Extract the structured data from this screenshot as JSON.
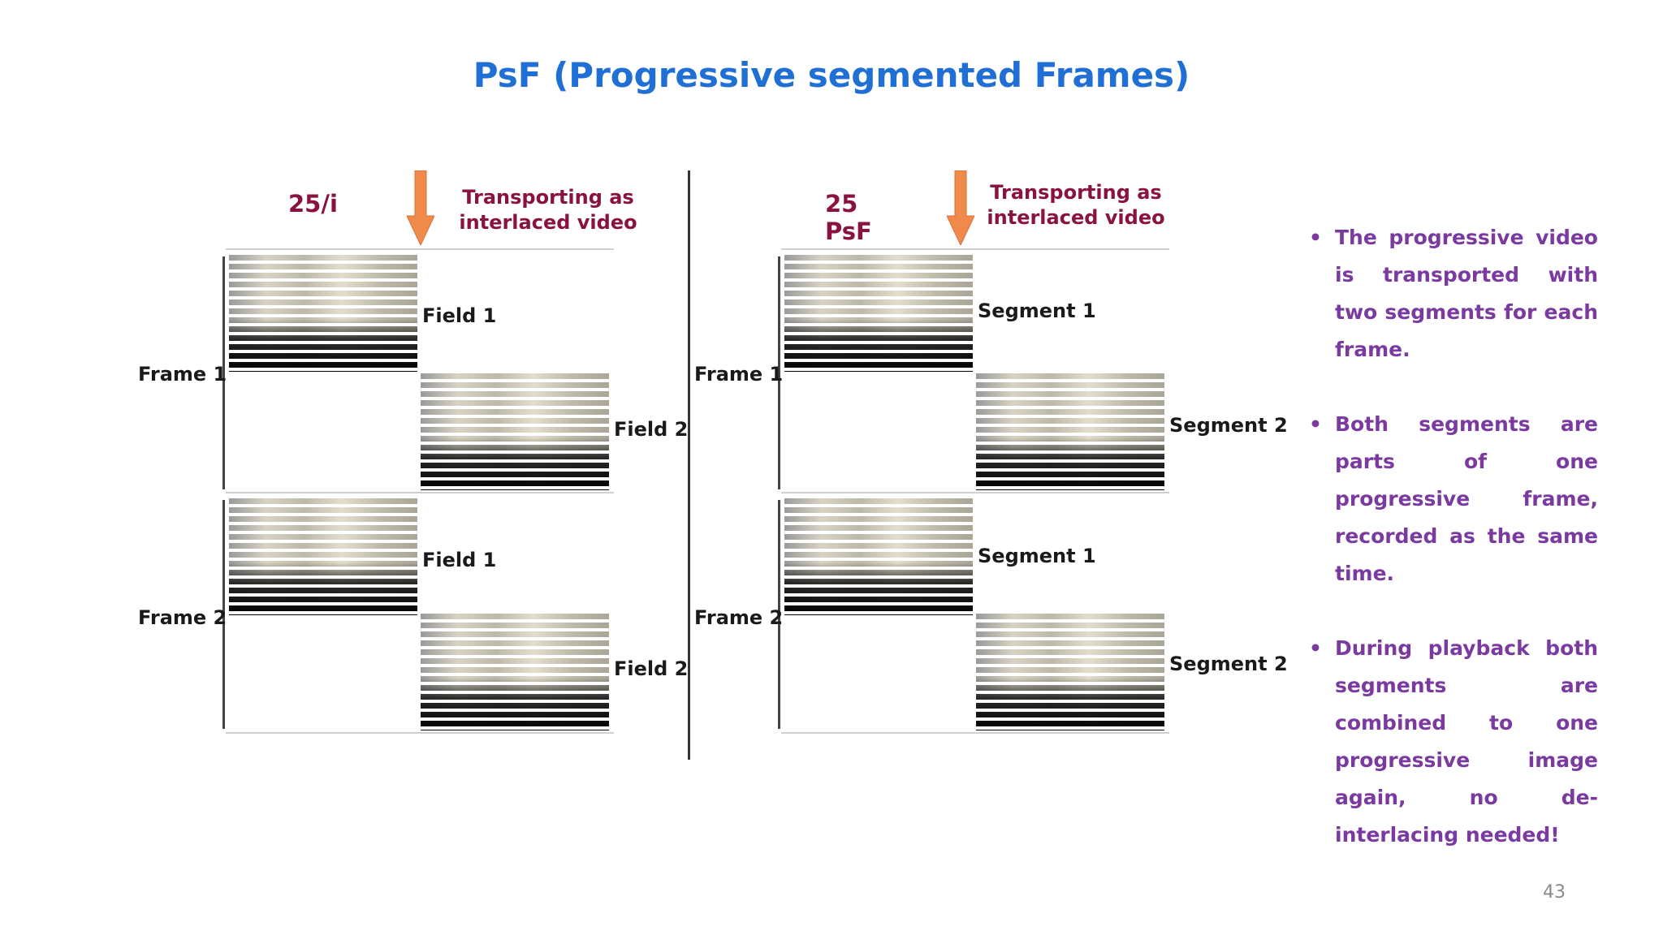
{
  "slide": {
    "title": "PsF (Progressive segmented Frames)",
    "page_number": "43"
  },
  "left": {
    "rate": "25/i",
    "transport": "Transporting as interlaced video",
    "frame1": "Frame 1",
    "frame2": "Frame 2",
    "a1": "Field 1",
    "a2": "Field 2",
    "b1": "Field 1",
    "b2": "Field 2"
  },
  "right": {
    "rate": "25 PsF",
    "transport": "Transporting as interlaced video",
    "frame1": "Frame 1",
    "frame2": "Frame 2",
    "a1": "Segment 1",
    "a2": "Segment 2",
    "b1": "Segment 1",
    "b2": "Segment 2"
  },
  "bullets": [
    "The progressive video is transported with two segments for each frame.",
    "Both segments are parts of one progressive frame, recorded as the same time.",
    "During playback both segments are combined to one progressive image again, no de-interlacing needed!"
  ],
  "colors": {
    "title": "#1f6fd4",
    "rate_and_transport": "#8a1240",
    "bullets": "#7b3aa0",
    "arrow": "#f08a4b"
  },
  "icons": {
    "arrow": "down-arrow-icon",
    "bullet": "bullet-dot-icon"
  }
}
